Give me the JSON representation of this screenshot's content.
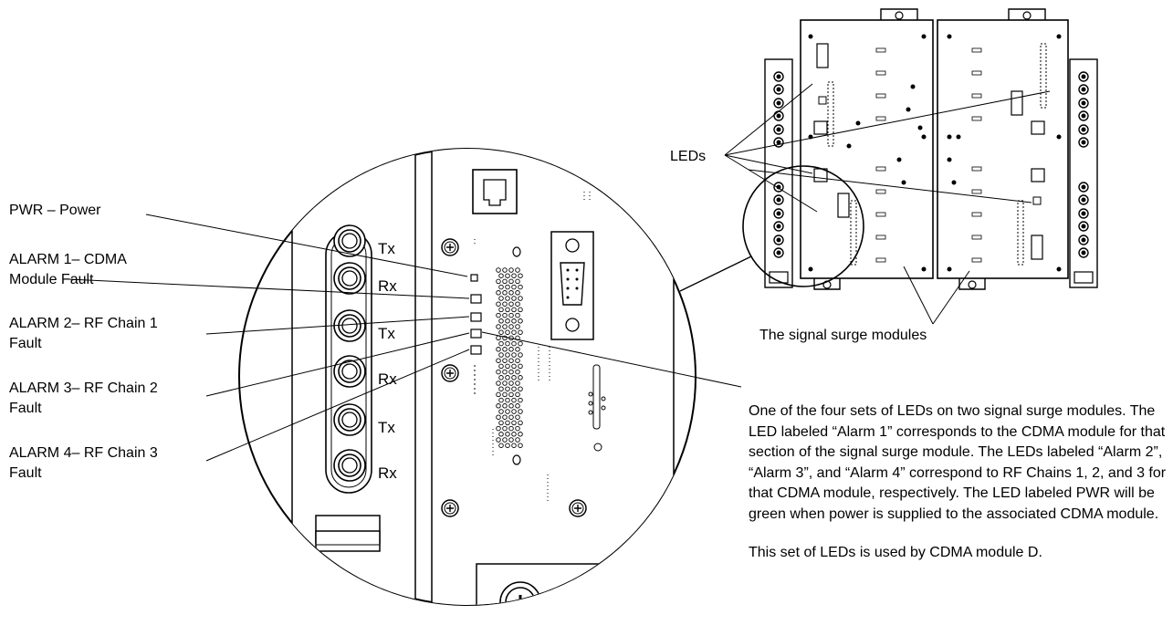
{
  "callouts": {
    "pwr": "PWR – Power",
    "alarm1_line1": "ALARM 1– CDMA",
    "alarm1_line2": "Module Fault",
    "alarm2_line1": "ALARM 2– RF Chain 1",
    "alarm2_line2": "Fault",
    "alarm3_line1": "ALARM 3– RF Chain 2",
    "alarm3_line2": "Fault",
    "alarm4_line1": "ALARM 4– RF Chain 3",
    "alarm4_line2": "Fault"
  },
  "connector_labels": {
    "tx": "Tx",
    "rx": "Rx"
  },
  "overview": {
    "leds_label": "LEDs",
    "modules_label": "The signal surge modules"
  },
  "description": {
    "paragraph1": "One of the four sets of LEDs on two signal surge modules. The LED labeled “Alarm 1” corresponds to the CDMA module for that section of the signal surge module. The LEDs labeled “Alarm 2”, “Alarm 3”, and “Alarm 4” correspond to RF Chains 1, 2, and 3 for that CDMA module, respectively. The LED labeled PWR will be green when power is supplied to the associated CDMA module.",
    "paragraph2": "This set of LEDs is used by CDMA module D."
  }
}
